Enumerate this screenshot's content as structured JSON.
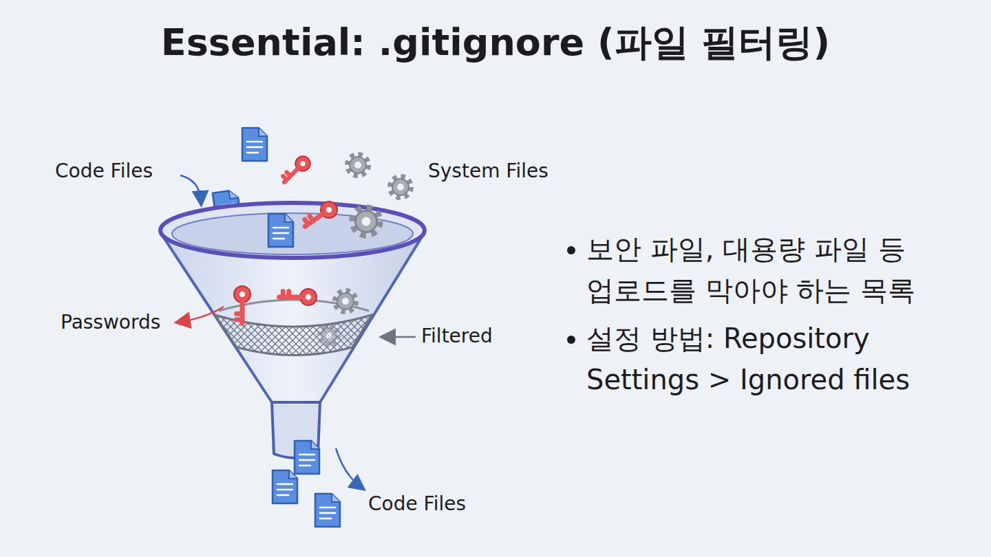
{
  "diagram": {
    "title": "Essential: .gitignore (파일 필터링)",
    "labels": [
      "Code Files",
      "System Files",
      "Passwords",
      "Filtered",
      "Code Files",
      "보안 파일, 대용량 파일 등 업로드를 막아야 하는 목록",
      "설정 방법: Repository Settings > Ignored files"
    ]
  }
}
